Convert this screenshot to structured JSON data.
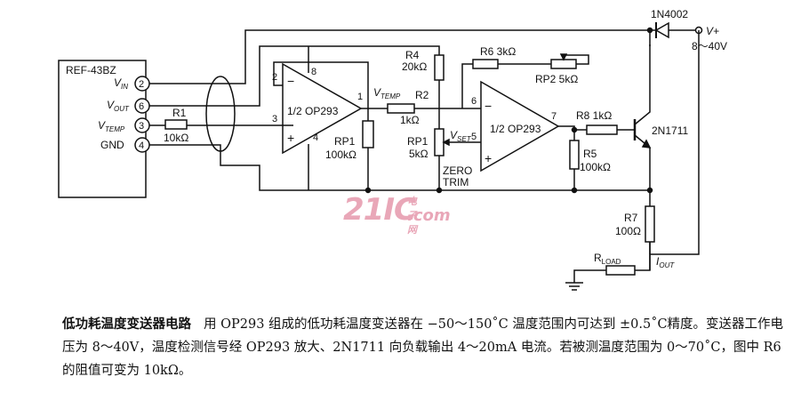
{
  "labels": {
    "ref_ic": "REF-43BZ",
    "vin": "V",
    "vin_sub": "IN",
    "vout": "V",
    "vout_sub": "OUT",
    "vtemp": "V",
    "vtemp_sub": "TEMP",
    "gnd": "GND",
    "pin2": "2",
    "pin6": "6",
    "pin3": "3",
    "pin4": "4",
    "r1": "R1",
    "r1_val": "10kΩ",
    "opamp1": "1/2 OP293",
    "op1_minus": "−",
    "op1_plus": "+",
    "op1_pin2": "2",
    "op1_pin3": "3",
    "op1_pin8": "8",
    "op1_pin4": "4",
    "op1_pin1": "1",
    "vtemp_node": "V",
    "vtemp_node_sub": "TEMP",
    "r2": "R2",
    "r2_val": "1kΩ",
    "r4": "R4",
    "r4_val": "20kΩ",
    "rp1a": "RP1",
    "rp1a_val": "100kΩ",
    "rp1b": "RP1",
    "rp1b_val": "5kΩ",
    "vset": "V",
    "vset_sub": "SET",
    "zero": "ZERO",
    "trim": "TRIM",
    "r6": "R6 3kΩ",
    "rp2": "RP2 5kΩ",
    "opamp2": "1/2 OP293",
    "op2_minus": "−",
    "op2_plus": "+",
    "op2_pin6": "6",
    "op2_pin5": "5",
    "op2_pin7": "7",
    "r8": "R8 1kΩ",
    "r5": "R5",
    "r5_val": "100kΩ",
    "transistor": "2N1711",
    "diode": "1N4002",
    "vplus": "V+",
    "vrange": "8～40V",
    "r7": "R7",
    "r7_val": "100Ω",
    "rload": "R",
    "rload_sub": "LOAD",
    "iout": "I",
    "iout_sub": "OUT"
  },
  "watermark": {
    "big": "21IC",
    "top": "电子网",
    "com": ".com"
  },
  "caption": {
    "title": "低功耗温度变送器电路",
    "body": "用 OP293 组成的低功耗温度变送器在 −50～150˚C 温度范围内可达到 ±0.5˚C精度。变送器工作电压为 8～40V，温度检测信号经 OP293 放大、2N1711 向负载输出 4～20mA 电流。若被测温度范围为 0～70˚C，图中 R6 的阻值可变为 10kΩ。"
  }
}
